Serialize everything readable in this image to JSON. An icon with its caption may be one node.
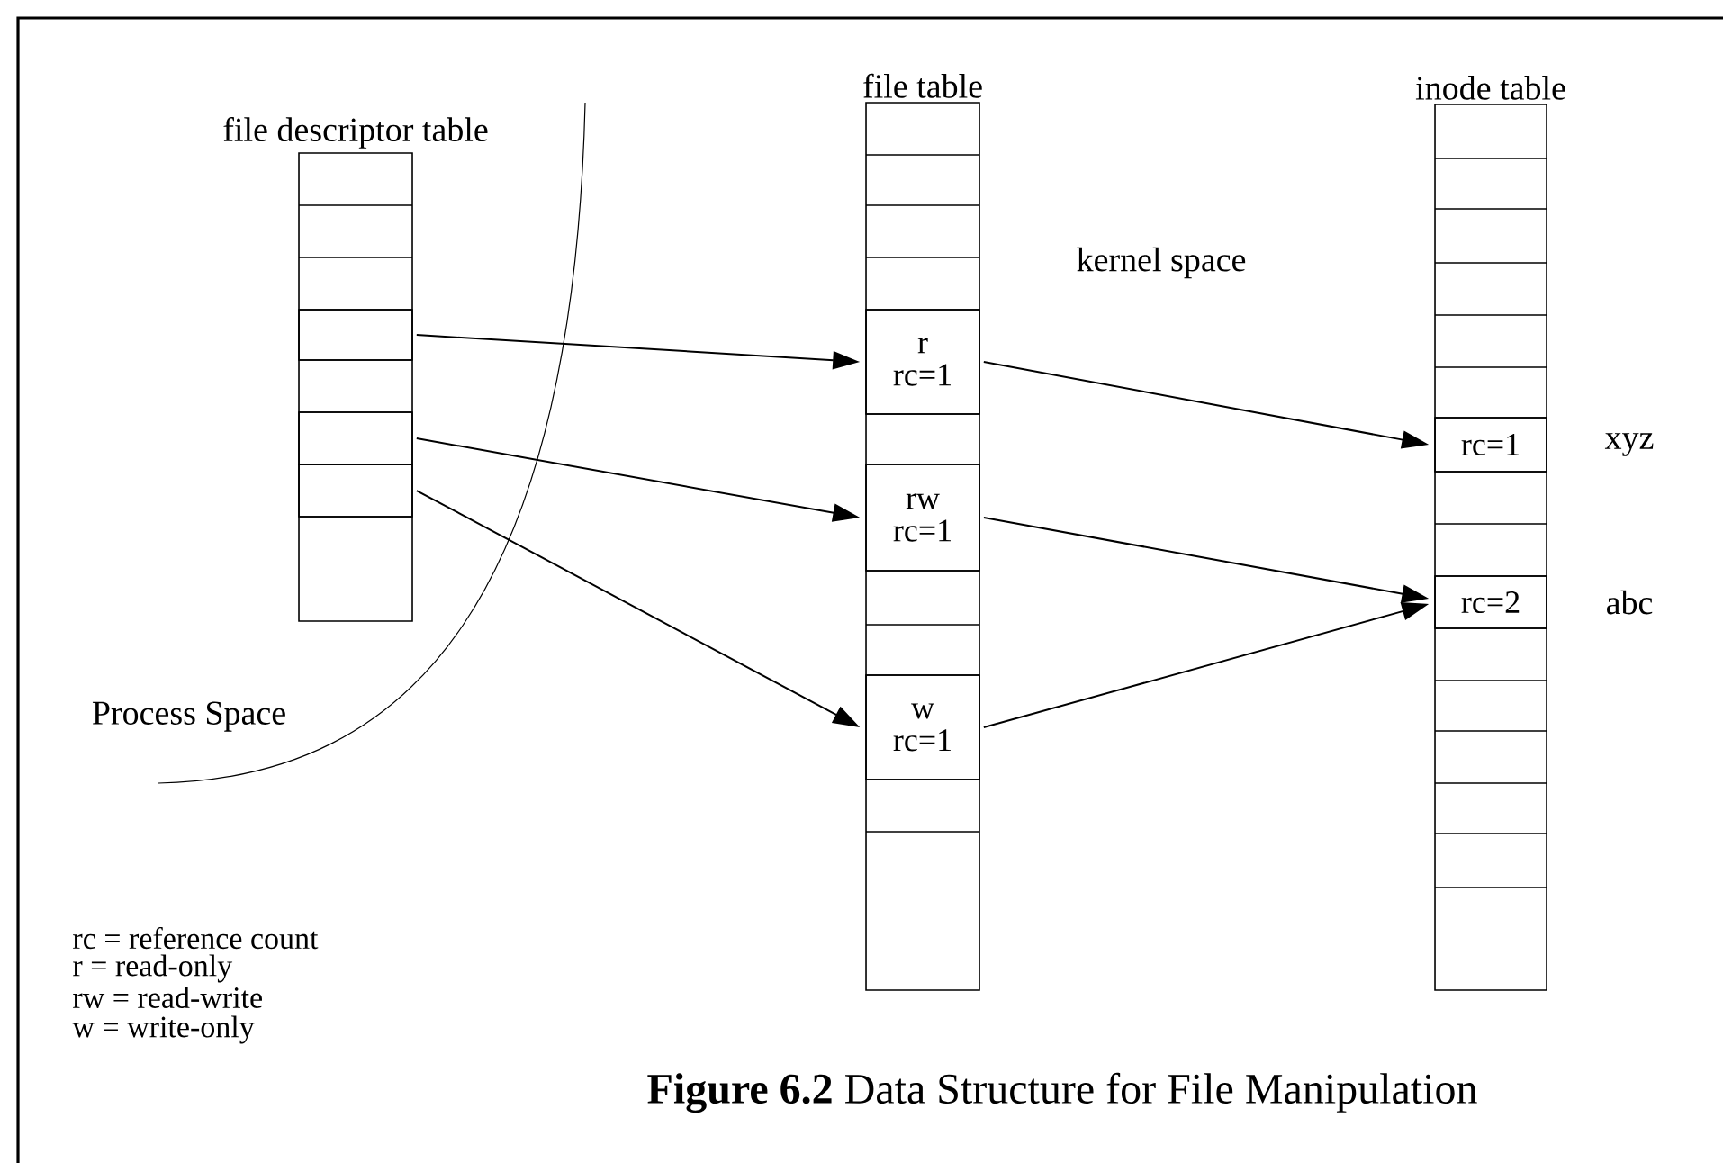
{
  "diagram": {
    "caption": "**Figure 6.2** Data Structure for File Manipulation",
    "nodes": [
      {
        "text": [
          "file descriptor table"
        ]
      },
      {
        "text": [],
        "shape": "box",
        "in": 0
      },
      {
        "text": [],
        "shape": "box",
        "in": 0
      },
      {
        "text": [],
        "shape": "box",
        "in": 0
      },
      {
        "text": [
          "file table"
        ]
      },
      {
        "text": [
          "r",
          "rc=1"
        ],
        "in": 4
      },
      {
        "text": [
          "rw",
          "rc=1"
        ],
        "in": 4
      },
      {
        "text": [
          "w",
          "rc=1"
        ],
        "in": 4
      },
      {
        "text": [
          "inode table"
        ]
      },
      {
        "text": [
          "rc=1"
        ],
        "in": 8,
        "beside": [
          "xyz"
        ]
      },
      {
        "text": [
          "rc=2"
        ],
        "in": 8,
        "beside": [
          "abc"
        ]
      }
    ],
    "edges": [
      {
        "from": 1,
        "to": 5,
        "arrow": "to"
      },
      {
        "from": 2,
        "to": 6,
        "arrow": "to"
      },
      {
        "from": 3,
        "to": 7,
        "arrow": "to"
      },
      {
        "from": 5,
        "to": 9,
        "arrow": "to"
      },
      {
        "from": 6,
        "to": 10,
        "arrow": "to"
      },
      {
        "from": 7,
        "to": 10,
        "arrow": "to"
      }
    ],
    "labels": [
      "kernel space",
      "Process Space",
      "rc = reference count",
      "r = read-only",
      "rw = read-write",
      "w = write-only"
    ]
  }
}
